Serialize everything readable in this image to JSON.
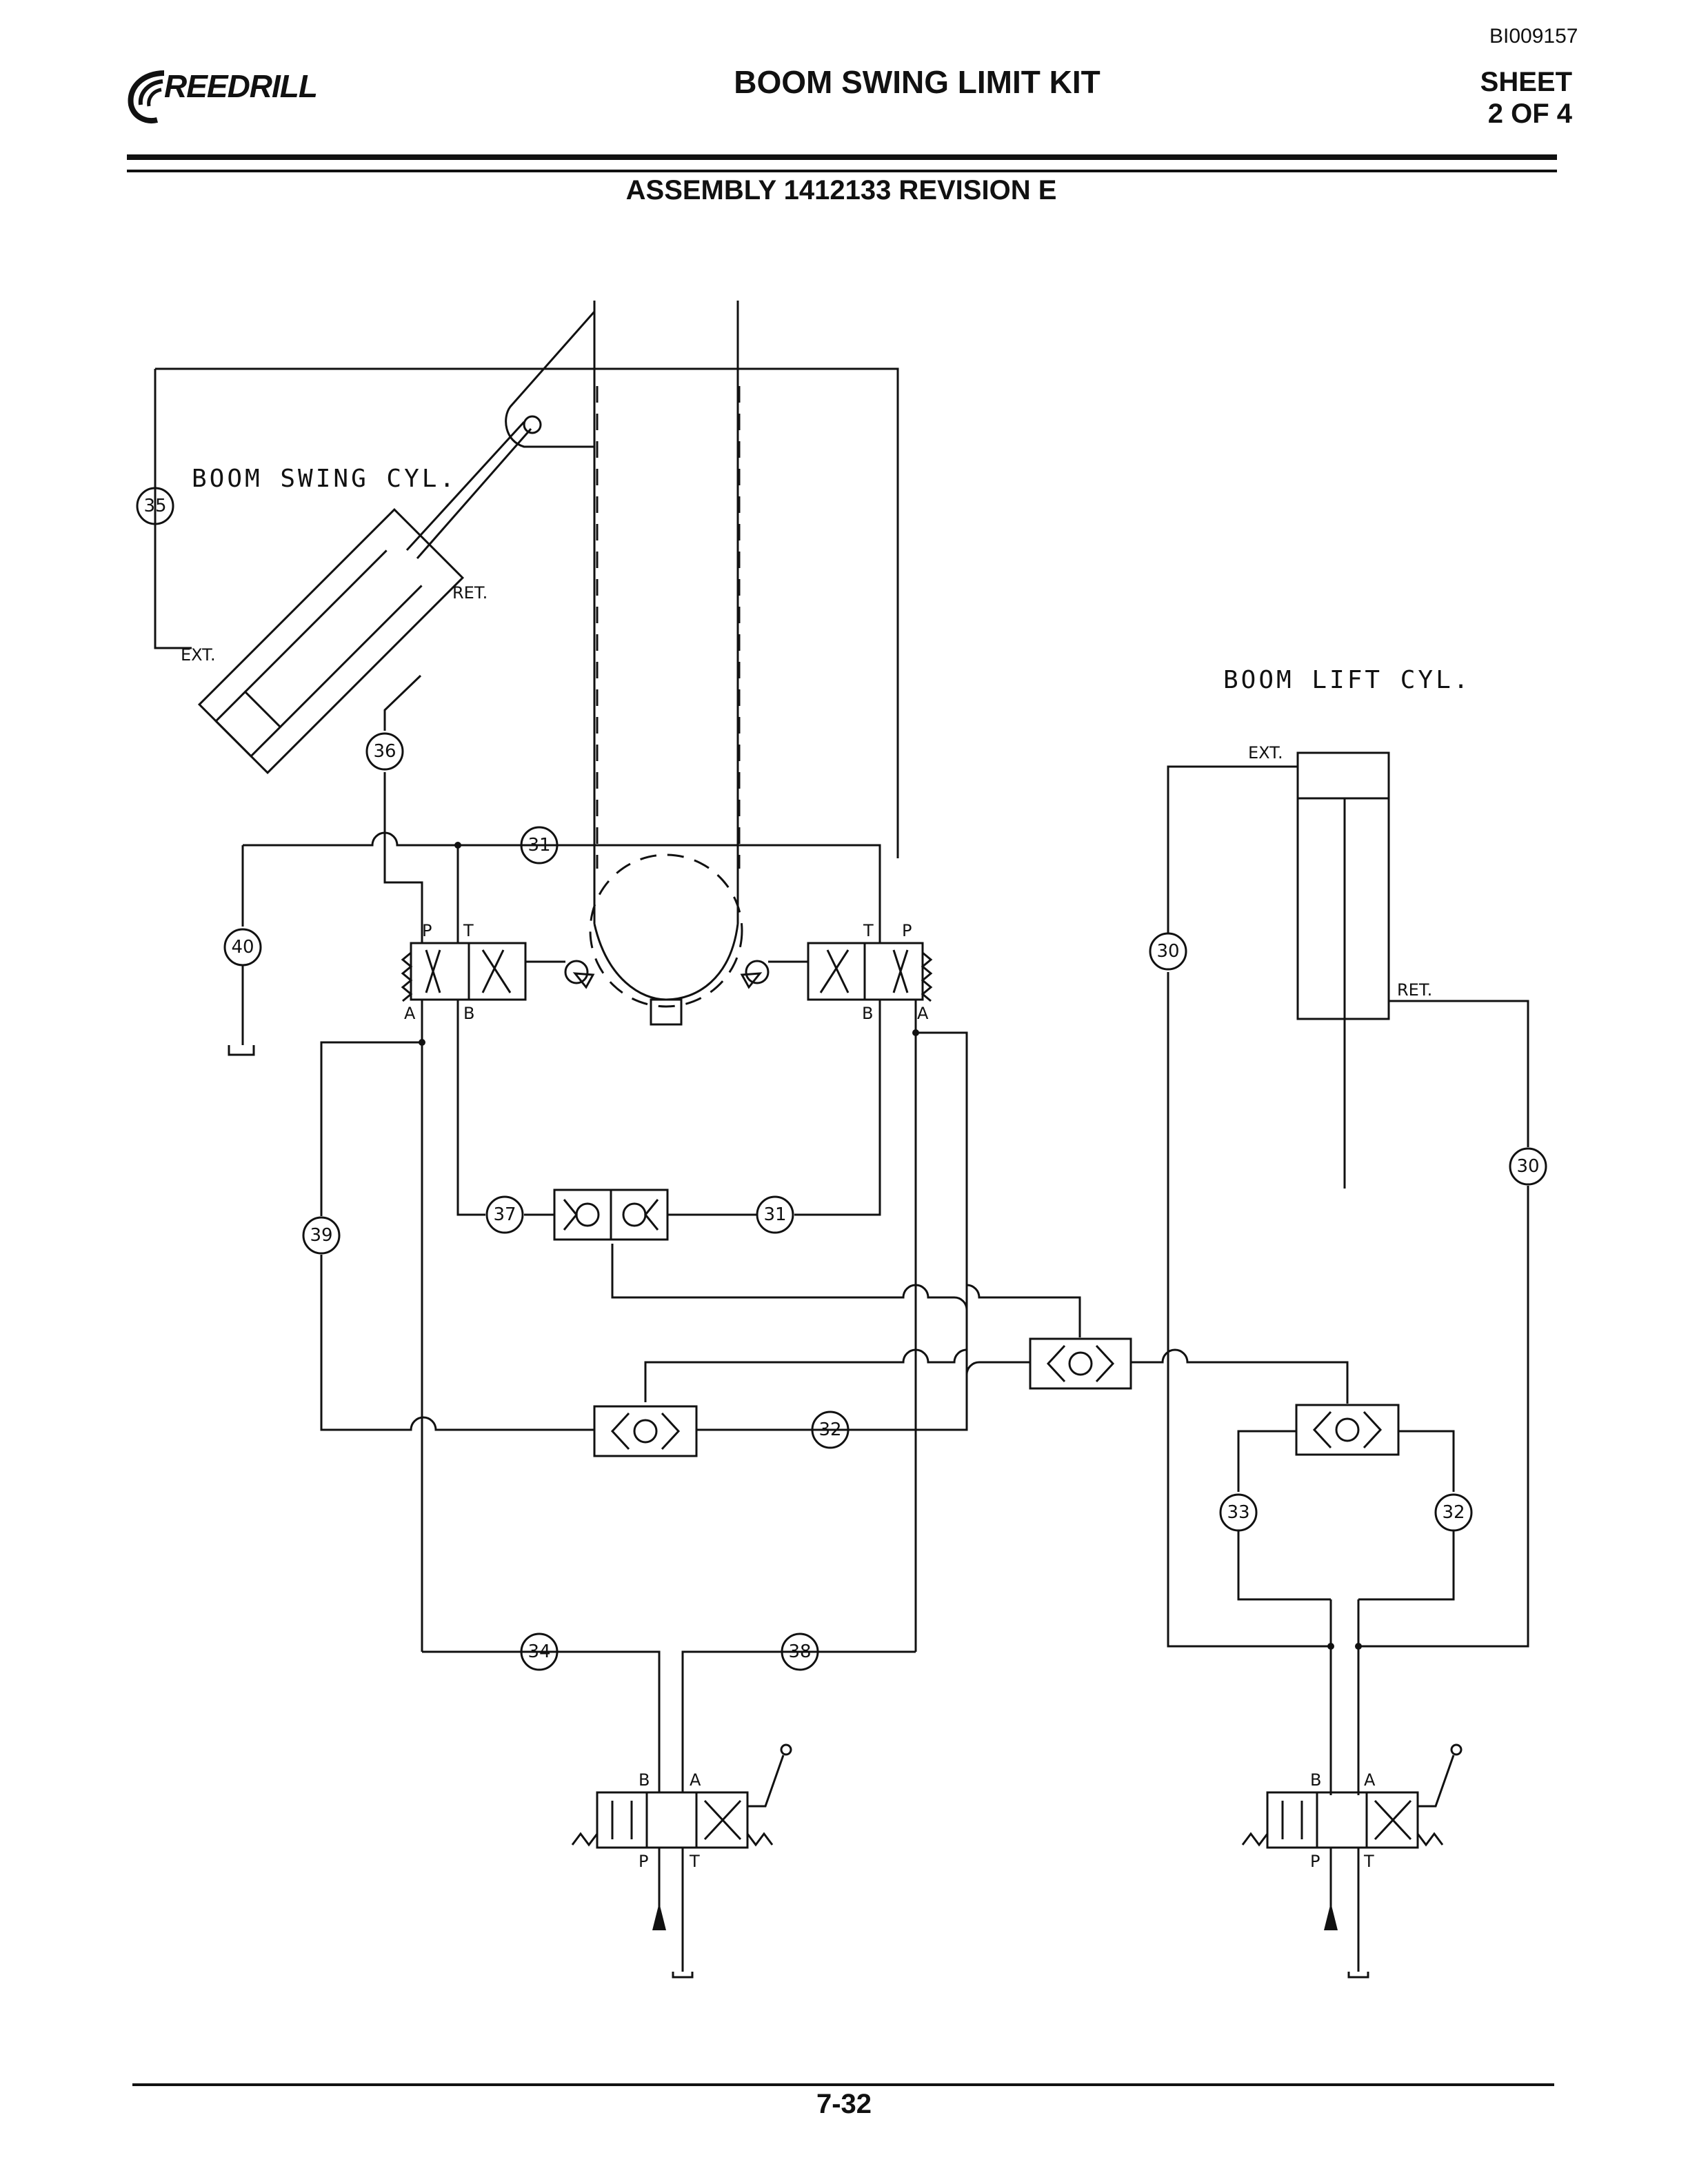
{
  "header": {
    "doc_id": "BI009157",
    "logo_text": "REEDRILL",
    "title": "BOOM SWING LIMIT KIT",
    "sheet_line1": "SHEET",
    "sheet_line2": "2 OF 4",
    "subtitle": "ASSEMBLY 1412133 REVISION E"
  },
  "diagram": {
    "labels": {
      "boom_swing_cyl": "BOOM SWING CYL.",
      "boom_lift_cyl": "BOOM LIFT CYL.",
      "ret": "RET.",
      "ext": "EXT."
    },
    "port_letters": {
      "p": "P",
      "t": "T",
      "a": "A",
      "b": "B"
    },
    "callouts": [
      "35",
      "36",
      "31",
      "40",
      "39",
      "37",
      "31",
      "32",
      "34",
      "38",
      "30",
      "30",
      "33",
      "32"
    ]
  },
  "footer": {
    "page": "7-32"
  }
}
